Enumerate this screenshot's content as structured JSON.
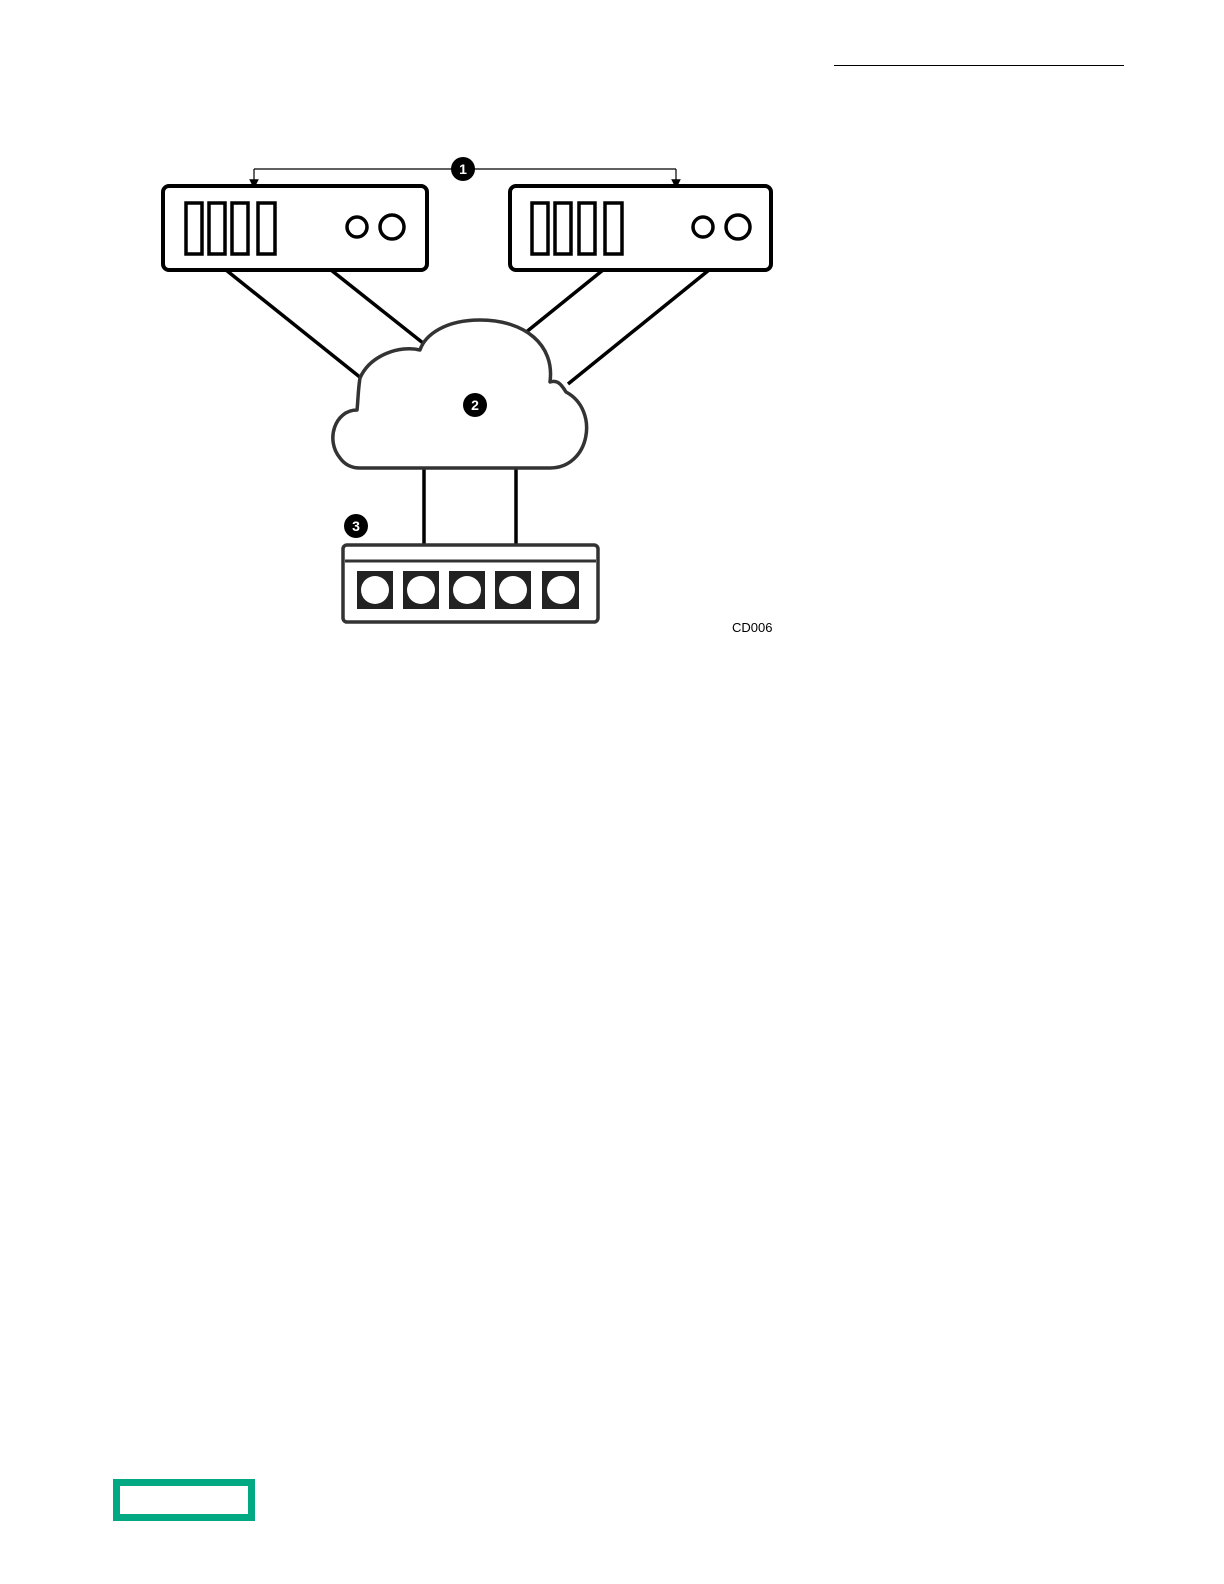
{
  "diagram": {
    "callouts": {
      "servers": "1",
      "network": "2",
      "switch": "3"
    },
    "figure_id": "CD006"
  },
  "colors": {
    "logo_accent": "#01a982",
    "stroke": "#000000",
    "cloud_stroke": "#333333"
  },
  "icons": [
    "server-icon",
    "server-icon",
    "cloud-icon",
    "switch-icon"
  ]
}
